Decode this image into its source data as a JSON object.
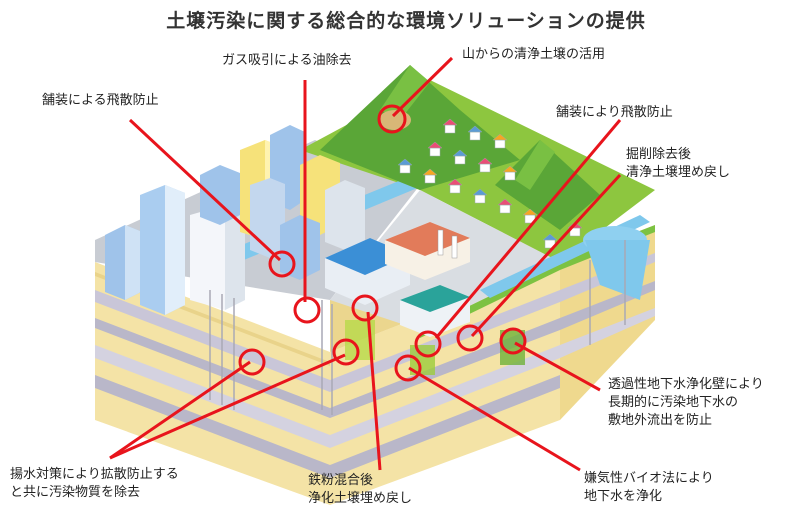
{
  "title": "土壌汚染に関する総合的な環境ソリューションの提供",
  "labels": {
    "gas": "ガス吸引による油除去",
    "mountain": "山からの清浄土壌の活用",
    "pave_left": "舗装による飛散防止",
    "pave_right": "舗装により飛散防止",
    "excav_1": "掘削除去後",
    "excav_2": "清浄土壌埋め戻し",
    "wall_1": "透過性地下水浄化壁により",
    "wall_2": "長期的に汚染地下水の",
    "wall_3": "敷地外流出を防止",
    "pump_1": "揚水対策により拡散防止する",
    "pump_2": "と共に汚染物質を除去",
    "iron_1": "鉄粉混合後",
    "iron_2": "浄化土壌埋め戻し",
    "bio_1": "嫌気性バイオ法により",
    "bio_2": "地下水を浄化"
  },
  "colors": {
    "marker": "#e8141c",
    "grass": "#7cc242",
    "soil_sand": "#f4e3a6",
    "soil_gray": "#b9b7c9",
    "water": "#7fc8ec"
  }
}
